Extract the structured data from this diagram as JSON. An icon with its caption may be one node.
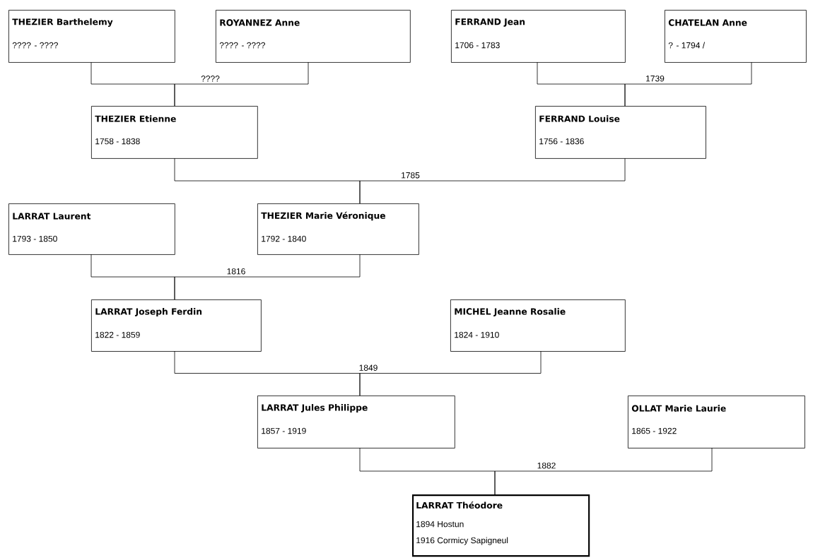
{
  "diagram": {
    "nodes": [
      {
        "text": [
          "THEZIER Barthelemy",
          "???? - ????"
        ]
      },
      {
        "text": [
          "ROYANNEZ Anne",
          "???? - ????"
        ]
      },
      {
        "text": [
          "FERRAND Jean",
          "1706 - 1783"
        ]
      },
      {
        "text": [
          "CHATELAN Anne",
          "? - 1794 /"
        ]
      },
      {
        "text": [
          "THEZIER Etienne",
          "1758 - 1838"
        ]
      },
      {
        "text": [
          "FERRAND Louise",
          "1756 - 1836"
        ]
      },
      {
        "text": [
          "LARRAT Laurent",
          "1793 - 1850"
        ]
      },
      {
        "text": [
          "THEZIER Marie Véronique",
          "1792 - 1840"
        ]
      },
      {
        "text": [
          "LARRAT Joseph Ferdin",
          "1822 - 1859"
        ]
      },
      {
        "text": [
          "MICHEL Jeanne Rosalie",
          "1824 - 1910"
        ]
      },
      {
        "text": [
          "LARRAT Jules Philippe",
          "1857 - 1919"
        ]
      },
      {
        "text": [
          "OLLAT Marie Laurie",
          "1865 - 1922"
        ]
      },
      {
        "text": [
          "LARRAT Théodore",
          "1894 Hostun",
          "1916 Cormicy Sapigneul"
        ]
      }
    ],
    "edges": [
      {
        "from": 0,
        "to": 4,
        "arrow": "none"
      },
      {
        "from": 1,
        "to": 4,
        "arrow": "none",
        "label": "????"
      },
      {
        "from": 2,
        "to": 5,
        "arrow": "none"
      },
      {
        "from": 3,
        "to": 5,
        "arrow": "none",
        "label": "1739"
      },
      {
        "from": 4,
        "to": 7,
        "arrow": "none"
      },
      {
        "from": 5,
        "to": 7,
        "arrow": "none",
        "label": "1785"
      },
      {
        "from": 6,
        "to": 8,
        "arrow": "none"
      },
      {
        "from": 7,
        "to": 8,
        "arrow": "none",
        "label": "1816"
      },
      {
        "from": 8,
        "to": 10,
        "arrow": "none"
      },
      {
        "from": 9,
        "to": 10,
        "arrow": "none",
        "label": "1849"
      },
      {
        "from": 10,
        "to": 12,
        "arrow": "none"
      },
      {
        "from": 11,
        "to": 12,
        "arrow": "none",
        "label": "1882"
      }
    ]
  }
}
